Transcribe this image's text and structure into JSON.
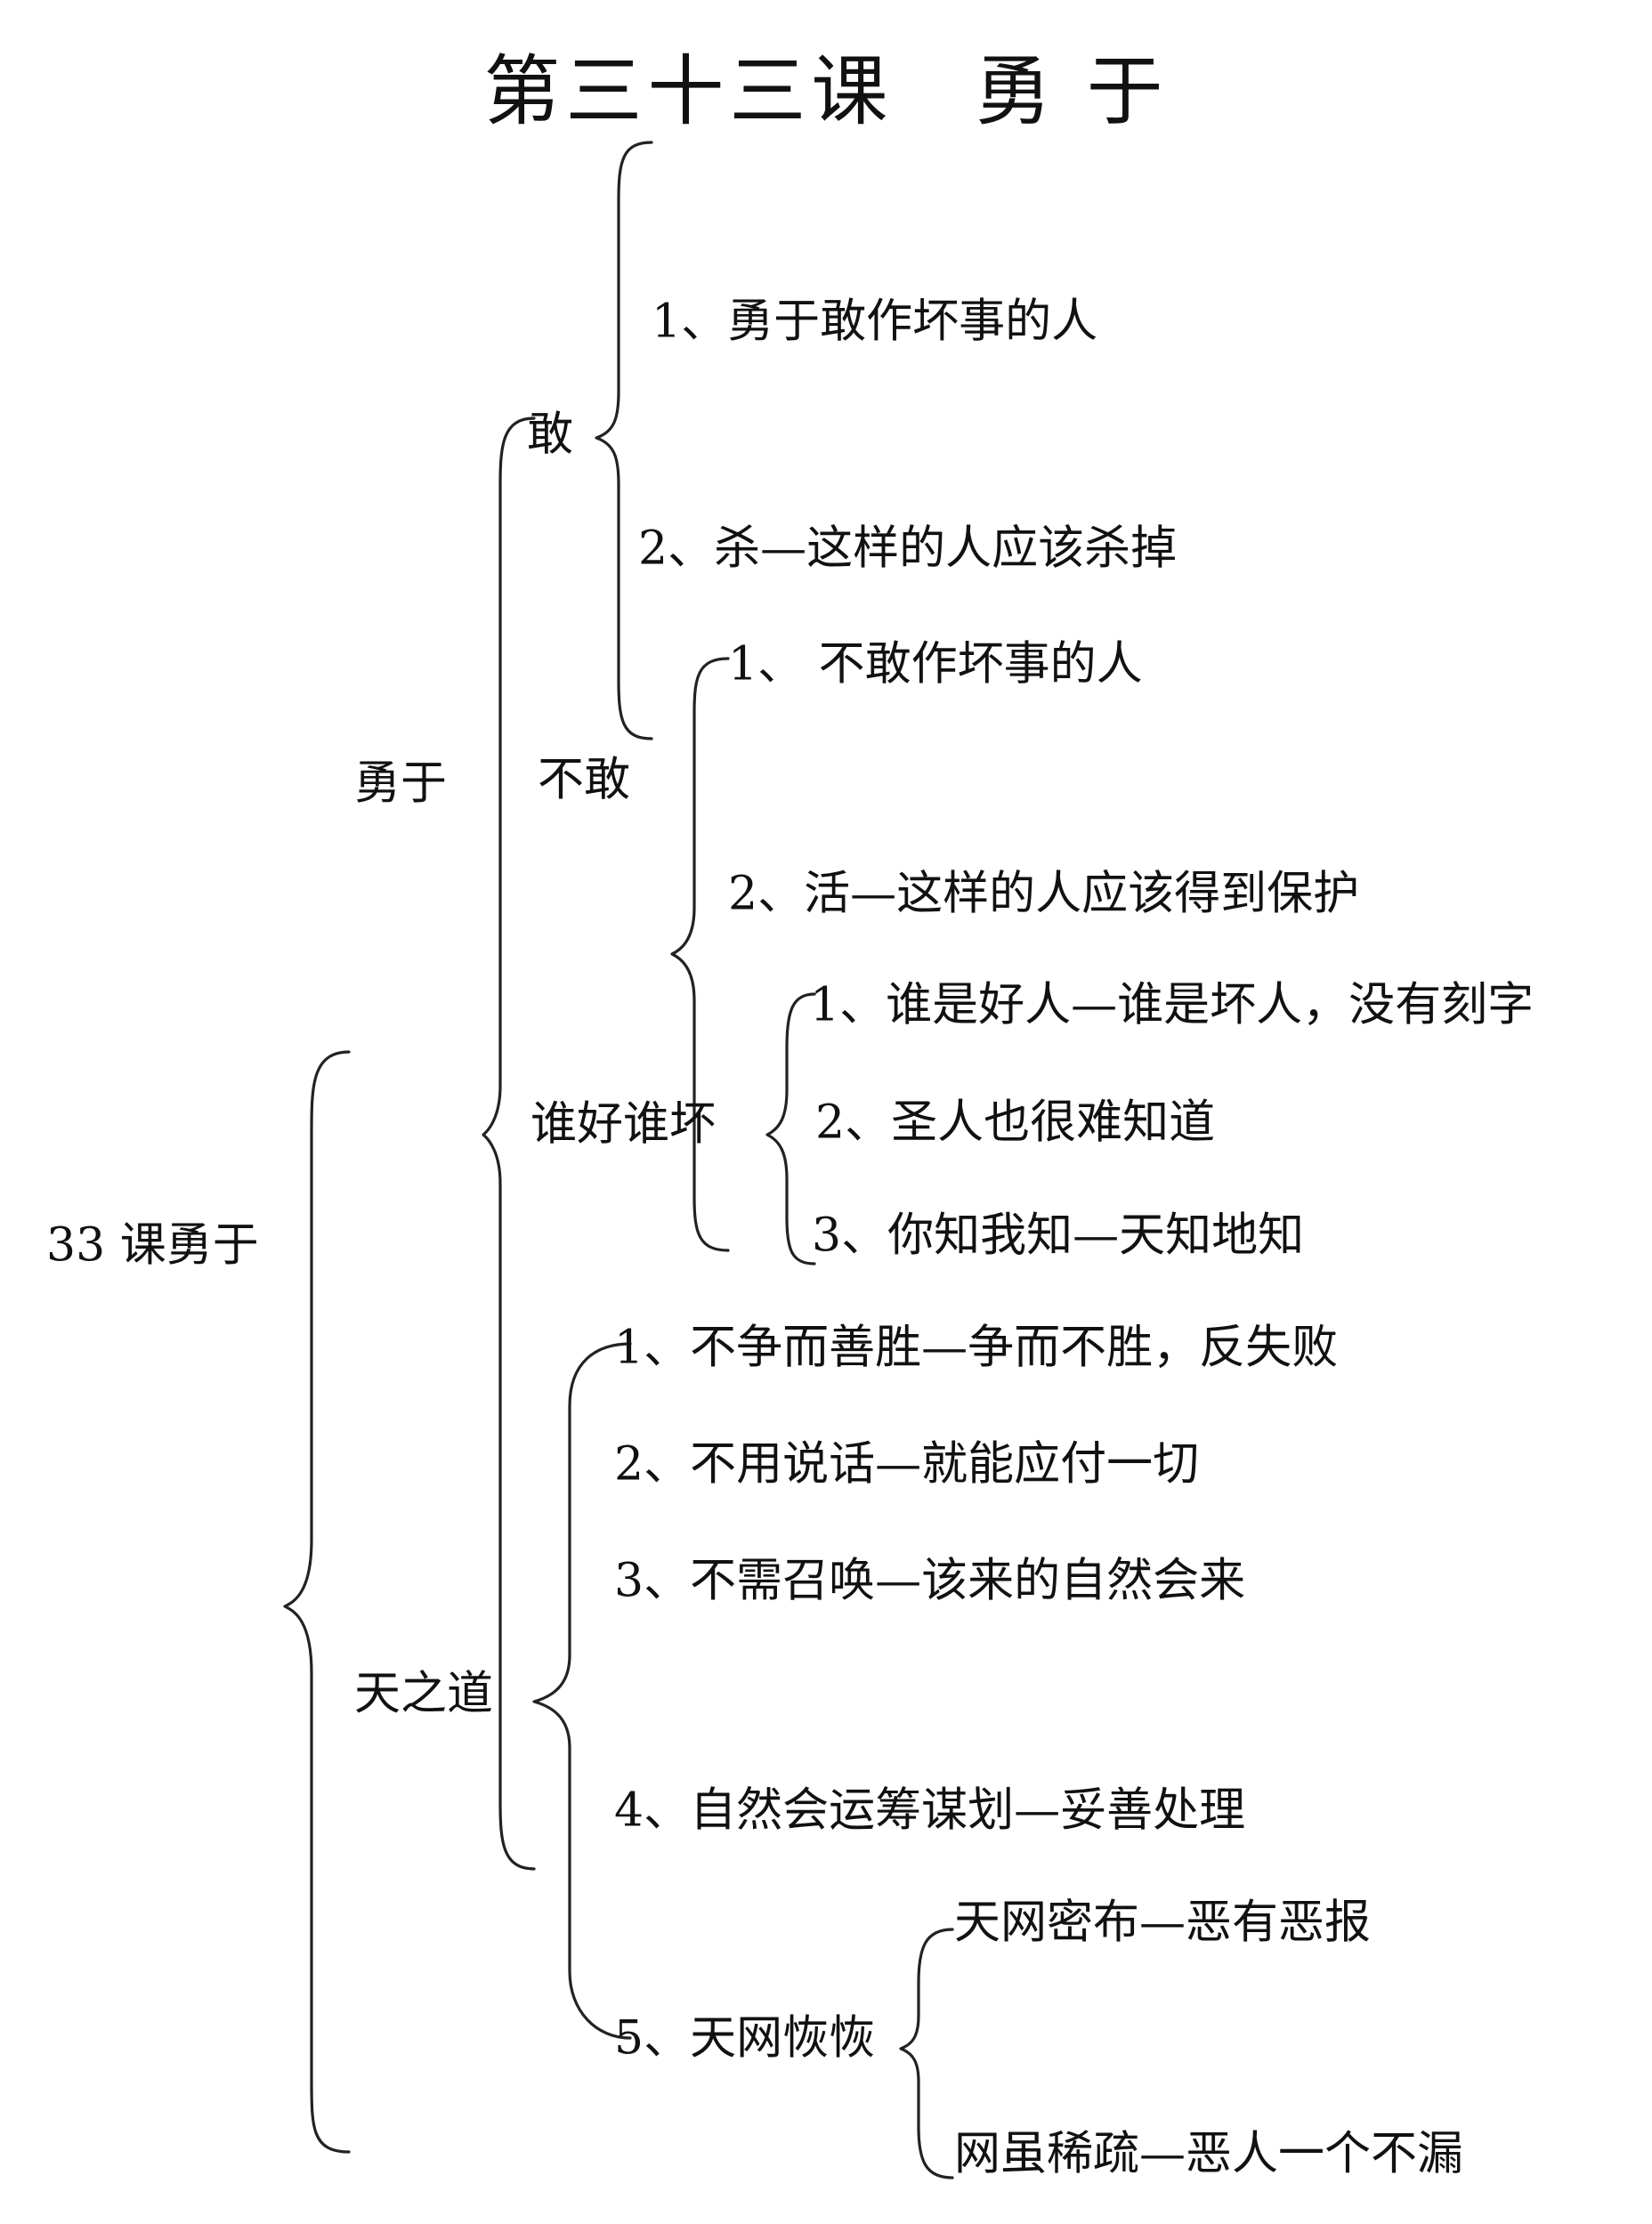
{
  "title": "第三十三课　勇 于",
  "root": "33 课勇于",
  "branches": [
    {
      "label": "勇于",
      "children": [
        {
          "label": "敢",
          "items": [
            "1、勇于敢作坏事的人",
            "2、杀—这样的人应该杀掉"
          ]
        },
        {
          "label": "不敢",
          "items": [
            "1、 不敢作坏事的人",
            "2、活—这样的人应该得到保护"
          ]
        },
        {
          "label": "谁好谁坏",
          "items": [
            "1、谁是好人—谁是坏人，没有刻字",
            "2、圣人也很难知道",
            "3、你知我知—天知地知"
          ]
        }
      ]
    },
    {
      "label": "天之道",
      "items": [
        "1、不争而善胜—争而不胜，反失败",
        "2、不用说话—就能应付一切",
        "3、不需召唤—该来的自然会来",
        "4、自然会运筹谋划—妥善处理"
      ],
      "child": {
        "label": "5、天网恢恢",
        "items": [
          "天网密布—恶有恶报",
          "网虽稀疏—恶人一个不漏"
        ]
      }
    }
  ]
}
